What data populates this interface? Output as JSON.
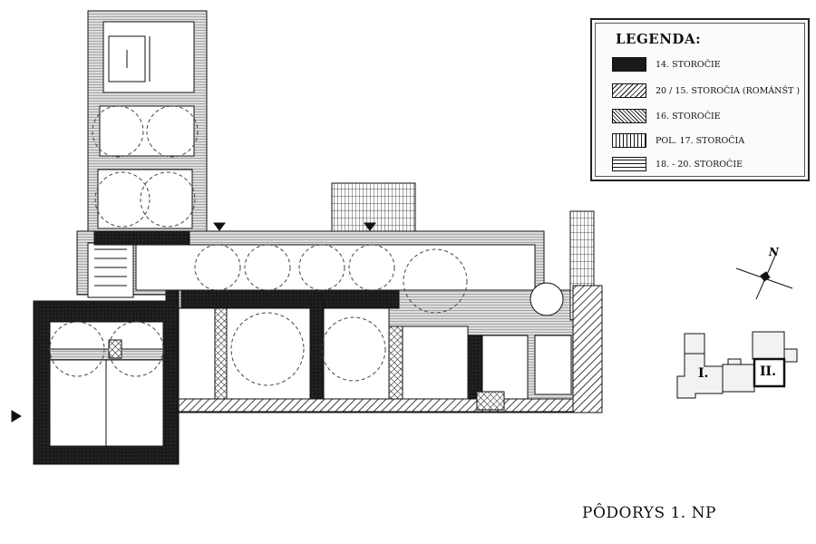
{
  "legend": {
    "title": "LEGENDA:",
    "items": [
      {
        "label": "14. STOROČIE",
        "pattern": "solid-dark"
      },
      {
        "label": "20 / 15. STOROČIA (ROMÁNŠT )",
        "pattern": "diagonal-hatch"
      },
      {
        "label": "16. STOROČIE",
        "pattern": "cross-hatch"
      },
      {
        "label": "POL. 17. STOROČIA",
        "pattern": "vertical-grid"
      },
      {
        "label": "18. - 20. STOROČIE",
        "pattern": "horizontal-lines"
      }
    ]
  },
  "compass": {
    "north_label": "N"
  },
  "site_plan": {
    "labels": [
      "I.",
      "II."
    ]
  },
  "title": "PÔDORYS 1. NP",
  "colors": {
    "ink": "#111111",
    "paper": "#ffffff"
  }
}
